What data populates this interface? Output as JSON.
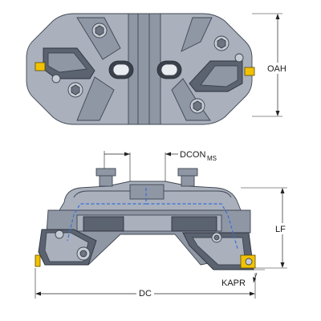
{
  "labels": {
    "oah": "OAH",
    "dcon_main": "DCON",
    "dcon_sub": "MS",
    "lf": "LF",
    "dc": "DC",
    "kapr": "KAPR"
  },
  "colors": {
    "body_light": "#aab1bd",
    "body_mid": "#8f97a5",
    "body_dark": "#5b6270",
    "coolant": "#3a6fd6",
    "insert": "#f2c200"
  },
  "icons": [
    "hex-socket-screw-icon",
    "clamp-screw-icon",
    "coolant-channel-icon",
    "insert-icon"
  ]
}
